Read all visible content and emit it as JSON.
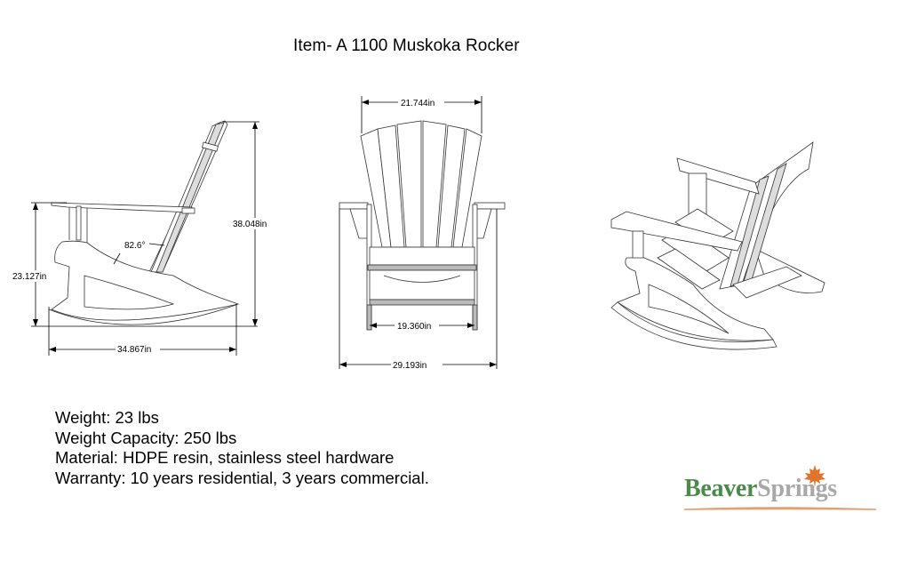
{
  "header": {
    "title": "Item- A 1100 Muskoka Rocker"
  },
  "drawings": {
    "side_view": {
      "overall_height": "38.048in",
      "arm_height": "23.127in",
      "overall_depth": "34.867in",
      "back_angle": "82.6°"
    },
    "front_view": {
      "back_width": "21.744in",
      "seat_width": "19.360in",
      "overall_width": "29.193in"
    },
    "isometric_view": {
      "label": ""
    }
  },
  "specs": {
    "items": [
      "Weight: 23 lbs",
      "Weight Capacity: 250 lbs",
      "Material: HDPE resin, stainless steel hardware",
      "Warranty: 10 years residential, 3 years commercial."
    ]
  },
  "logo": {
    "part1": "Beaver",
    "part2": "Springs",
    "colors": {
      "primary": "#4a8a4a",
      "secondary": "#a8a8a8",
      "leaf": "#e0742a",
      "swoosh": "#e0a070"
    },
    "icon": "maple-leaf-icon"
  }
}
